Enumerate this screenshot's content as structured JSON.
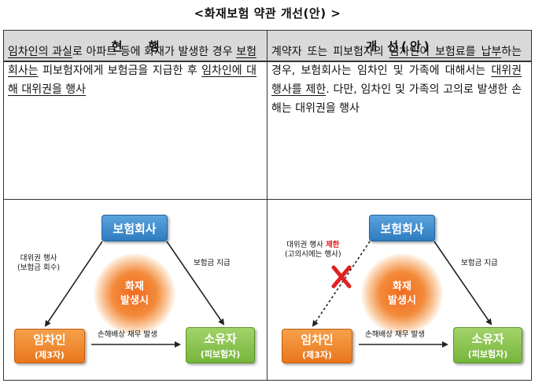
{
  "title": "<화재보험 약관 개선(안) >",
  "headers": {
    "current": "현 행",
    "improved": "개 선(안)"
  },
  "current_text": {
    "p1": "임차인의 과실",
    "p2": "로 아파트 등에 화재가 발생한 경우 ",
    "p3": "보험회사는",
    "p4": " 피보험자에게 보험금을 지급한 후 ",
    "p5": "임차인에 대해 대위권을 행사"
  },
  "improved_text": {
    "p1": "계약자 또는 피보험자의 ",
    "p2": "임차인이 보험료를 납부",
    "p3": "하는 경우, 보험회사는 임차인 및 가족에 대해서는 ",
    "p4": "대위권 행사를 제한",
    "p5": ". 다만, 임차인 및 가족의 고의로 발생한 손해는 대위권을 행사"
  },
  "diagram_left": {
    "insurer": "보험회사",
    "tenant": "임차인",
    "tenant_sub": "(제3자)",
    "owner": "소유자",
    "owner_sub": "(피보험자)",
    "fire_line1": "화재",
    "fire_line2": "발생시",
    "label_subrogation": "대위권 행사",
    "label_subrogation_sub": "(보험금 회수)",
    "label_payment": "보험금 지급",
    "label_liability": "손해배상 채무 발생"
  },
  "diagram_right": {
    "insurer": "보험회사",
    "tenant": "임차인",
    "tenant_sub": "(제3자)",
    "owner": "소유자",
    "owner_sub": "(피보험자)",
    "fire_line1": "화재",
    "fire_line2": "발생시",
    "label_subrogation": "대위권 행사 ",
    "label_restricted": "제한",
    "label_subrogation_sub": "(고의시에는 행사)",
    "label_payment": "보험금 지급",
    "label_liability": "손해배상 채무 발생"
  },
  "colors": {
    "insurer": "#2f7cc0",
    "tenant": "#e9771d",
    "owner": "#77b53c",
    "fire": "#f06a1e",
    "restricted": "#e02020",
    "header_bg": "#d9d9d9"
  }
}
